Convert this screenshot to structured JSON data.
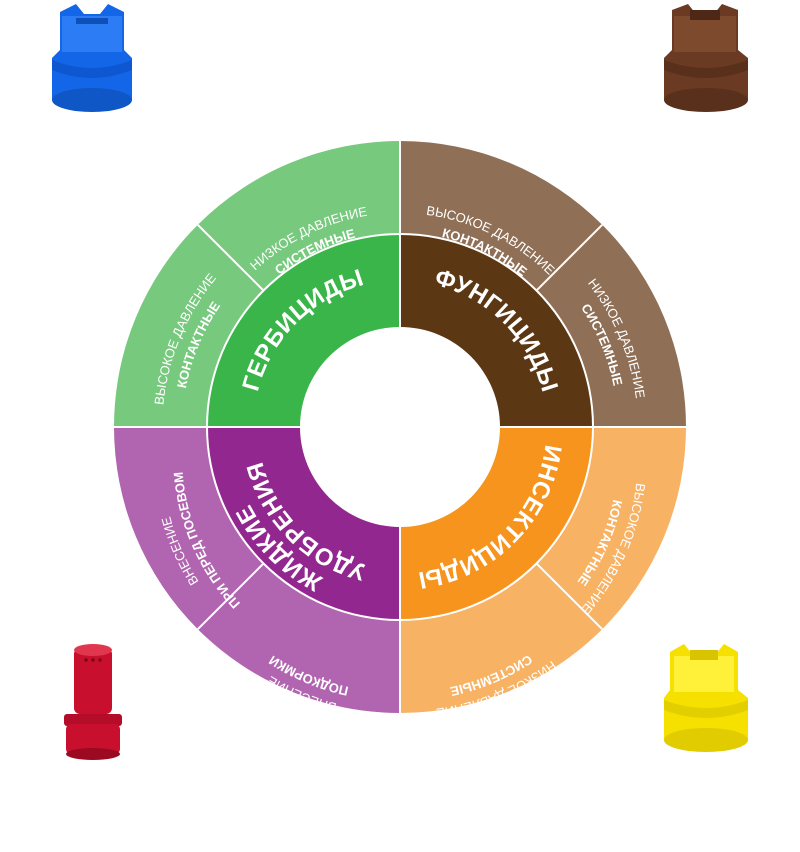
{
  "colors": {
    "green_inner": "#3ab54a",
    "green_outer": "#77c97e",
    "brown_inner": "#5b3713",
    "brown_outer": "#8f6f55",
    "orange_inner": "#f7941d",
    "orange_outer": "#f7b264",
    "purple_inner": "#92278f",
    "purple_outer": "#b165b0",
    "nozzle_blue": "#1466e8",
    "nozzle_brown": "#6a3a22",
    "nozzle_red": "#c8102e",
    "nozzle_yellow": "#f5e000"
  },
  "sectors": {
    "herbicides": {
      "title": "ГЕРБИЦИДЫ",
      "outer_top": {
        "line1": "НИЗКОЕ ДАВЛЕНИЕ",
        "line2": "СИСТЕМНЫЕ"
      },
      "outer_left": {
        "line1": "ВЫСОКОЕ ДАВЛЕНИЕ",
        "line2": "КОНТАКТНЫЕ"
      }
    },
    "fungicides": {
      "title": "ФУНГИЦИДЫ",
      "outer_top": {
        "line1": "ВЫСОКОЕ ДАВЛЕНИЕ",
        "line2": "КОНТАКТНЫЕ"
      },
      "outer_right": {
        "line1": "НИЗКОЕ ДАВЛЕНИЕ",
        "line2": "СИСТЕМНЫЕ"
      }
    },
    "insecticides": {
      "title": "ИНСЕКТИЦИДЫ",
      "outer_right": {
        "line1": "КОНТАКТНЫЕ",
        "line2": "ВЫСОКОЕ ДАВЛЕНИЕ"
      },
      "outer_bottom": {
        "line1": "СИСТЕМНЫЕ",
        "line2": "НИЗКОЕ ДАВЛЕНИЕ"
      }
    },
    "fertilizers": {
      "title_line1": "ЖИДКИЕ",
      "title_line2": "УДОБРЕНИЯ",
      "outer_left": {
        "line1": "ПРИ ПЕРЕД ПОСЕВОМ",
        "line2": "ВНЕСЕНИЕ"
      },
      "outer_bottom": {
        "line1": "ПОДКОРМКИ",
        "line2": "ВНЕСЕНИЕ"
      }
    }
  },
  "icons": {
    "top_left": "blue-nozzle-icon",
    "top_right": "brown-nozzle-icon",
    "bottom_left": "red-nozzle-icon",
    "bottom_right": "yellow-nozzle-icon"
  }
}
